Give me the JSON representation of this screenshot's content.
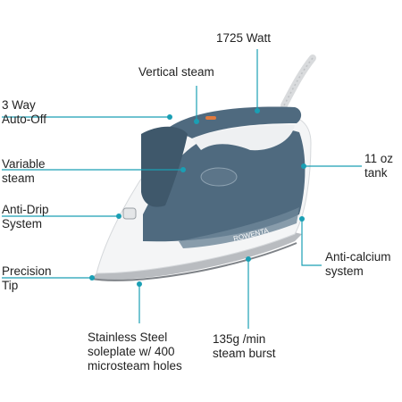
{
  "labels": {
    "watt": "1725 Watt",
    "vertical_steam": "Vertical steam",
    "auto_off": "3 Way\nAuto-Off",
    "variable_steam": "Variable\nsteam",
    "anti_drip": "Anti-Drip\nSystem",
    "precision_tip": "Precision\nTip",
    "tank": "11 oz\ntank",
    "anti_calcium": "Anti-calcium\nsystem",
    "soleplate": "Stainless Steel\nsoleplate w/ 400\nmicrosteam holes",
    "steam_burst": "135g /min\nsteam burst"
  },
  "product": {
    "brand_mark": "ROWENTA"
  },
  "colors": {
    "callout": "#1a9fb4",
    "body_dark": "#4f6a7f",
    "body_white": "#f4f5f6",
    "soleplate": "#b9bcc0"
  }
}
